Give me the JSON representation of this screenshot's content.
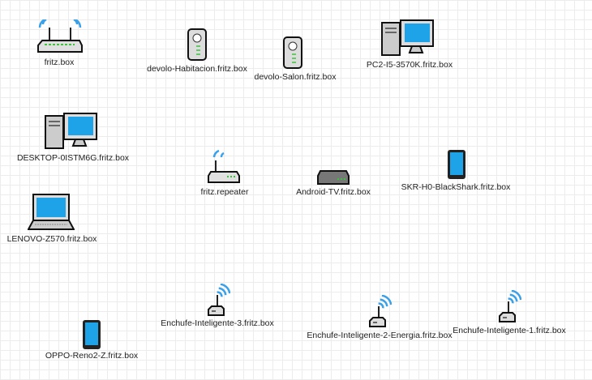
{
  "nodes": [
    {
      "label": "fritz.box",
      "icon": "router-icon"
    },
    {
      "label": "devolo-Habitacion.fritz.box",
      "icon": "powerline-adapter-icon"
    },
    {
      "label": "devolo-Salon.fritz.box",
      "icon": "powerline-adapter-icon"
    },
    {
      "label": "PC2-I5-3570K.fritz.box",
      "icon": "desktop-computer-icon"
    },
    {
      "label": "DESKTOP-0ISTM6G.fritz.box",
      "icon": "desktop-computer-icon"
    },
    {
      "label": "fritz.repeater",
      "icon": "repeater-icon"
    },
    {
      "label": "Android-TV.fritz.box",
      "icon": "set-top-box-icon"
    },
    {
      "label": "SKR-H0-BlackShark.fritz.box",
      "icon": "smartphone-icon"
    },
    {
      "label": "LENOVO-Z570.fritz.box",
      "icon": "laptop-icon"
    },
    {
      "label": "OPPO-Reno2-Z.fritz.box",
      "icon": "smartphone-icon"
    },
    {
      "label": "Enchufe-Inteligente-3.fritz.box",
      "icon": "smart-plug-icon"
    },
    {
      "label": "Enchufe-Inteligente-2-Energia.fritz.box",
      "icon": "smart-plug-icon"
    },
    {
      "label": "Enchufe-Inteligente-1.fritz.box",
      "icon": "smart-plug-icon"
    }
  ],
  "colors": {
    "wifi": "#3aa0e8",
    "screen": "#1ea3e8",
    "led": "#3cc43c"
  }
}
